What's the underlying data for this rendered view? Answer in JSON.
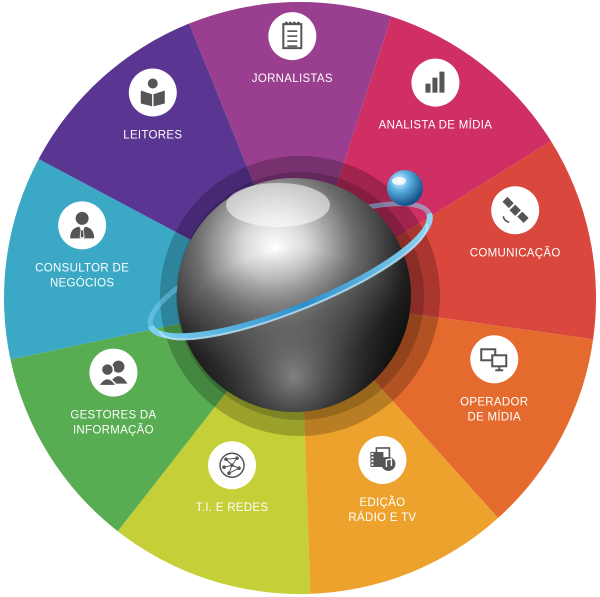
{
  "segments": [
    {
      "id": "jornalistas",
      "lines": [
        "JORNALISTAS"
      ],
      "color": "#9a3f8f",
      "icon": "notepad-icon"
    },
    {
      "id": "analista",
      "lines": [
        "ANALISTA DE MÍDIA"
      ],
      "color": "#cf2f63",
      "icon": "bar-chart-icon"
    },
    {
      "id": "comunicacao",
      "lines": [
        "COMUNICAÇÃO"
      ],
      "color": "#d9473d",
      "icon": "satellite-icon"
    },
    {
      "id": "operador",
      "lines": [
        "OPERADOR",
        "DE MÍDIA"
      ],
      "color": "#e56a2e",
      "icon": "monitors-icon"
    },
    {
      "id": "edicao",
      "lines": [
        "EDIÇÃO",
        "RÁDIO E TV"
      ],
      "color": "#eda22d",
      "icon": "media-icon"
    },
    {
      "id": "ti",
      "lines": [
        "T.I. E REDES"
      ],
      "color": "#c5cf38",
      "icon": "network-icon"
    },
    {
      "id": "gestores",
      "lines": [
        "GESTORES DA",
        "INFORMAÇÃO"
      ],
      "color": "#58ad52",
      "icon": "people-icon"
    },
    {
      "id": "consultor",
      "lines": [
        "CONSULTOR DE",
        "NEGÓCIOS"
      ],
      "color": "#3ba9c6",
      "icon": "businessman-icon"
    },
    {
      "id": "leitores",
      "lines": [
        "LEITORES"
      ],
      "color": "#5a3592",
      "icon": "reader-icon"
    }
  ]
}
